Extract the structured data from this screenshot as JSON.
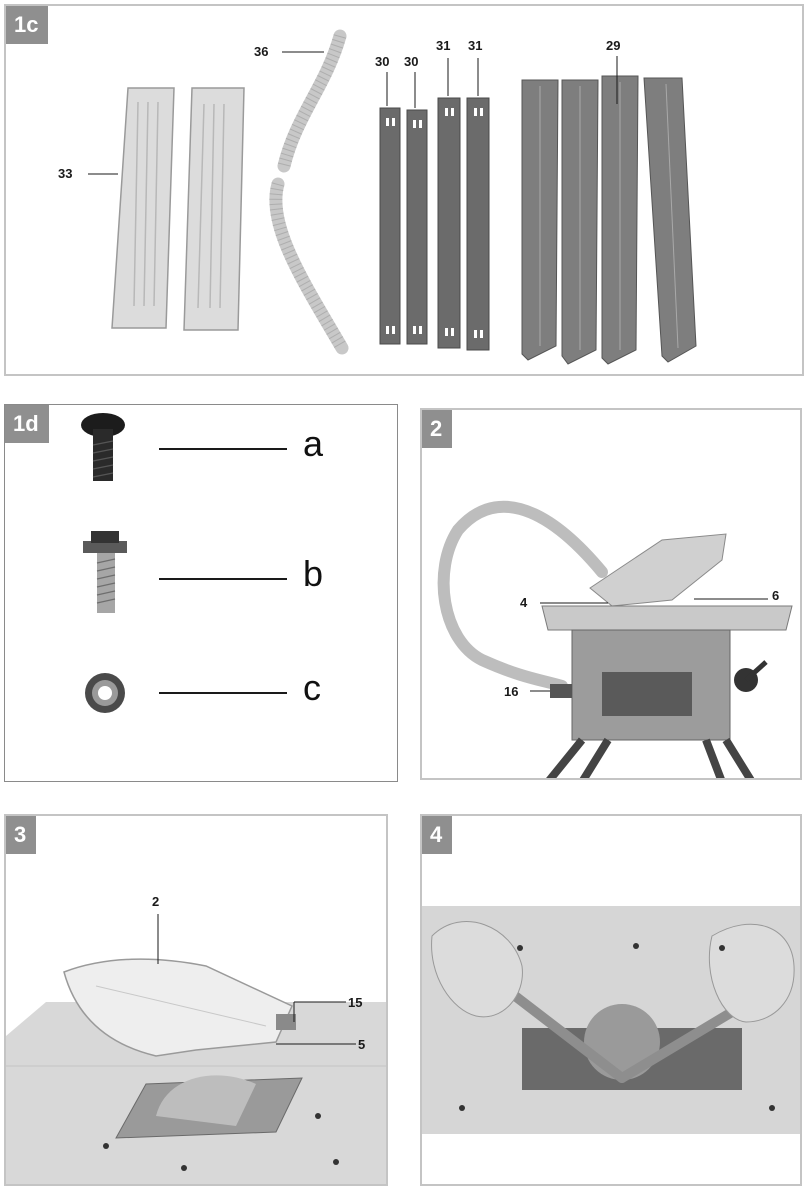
{
  "panels": {
    "p1c": {
      "tag": "1c",
      "labels": {
        "l33": "33",
        "l36": "36",
        "l30a": "30",
        "l30b": "30",
        "l31a": "31",
        "l31b": "31",
        "l29": "29"
      }
    },
    "p1d": {
      "tag": "1d",
      "labels": {
        "a": "a",
        "b": "b",
        "c": "c"
      }
    },
    "p2": {
      "tag": "2",
      "labels": {
        "l4": "4",
        "l6": "6",
        "l16": "16"
      }
    },
    "p3": {
      "tag": "3",
      "labels": {
        "l2": "2",
        "l15": "15",
        "l5": "5"
      }
    },
    "p4": {
      "tag": "4"
    }
  }
}
